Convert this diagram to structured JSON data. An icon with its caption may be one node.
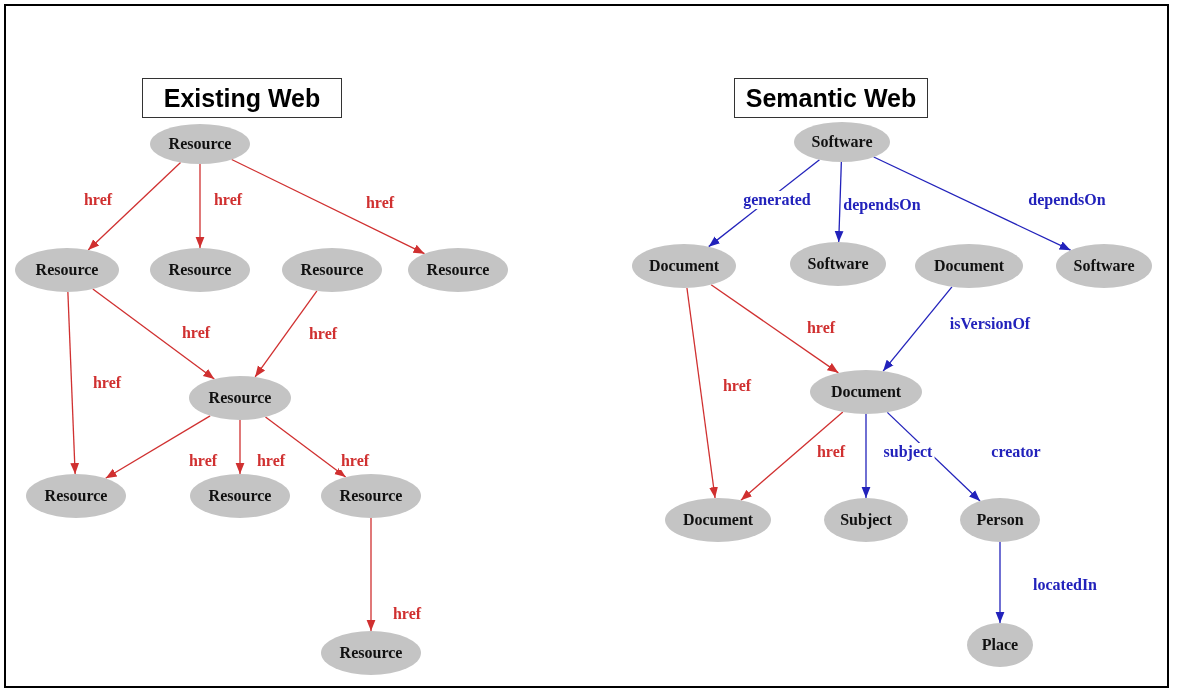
{
  "diagram": {
    "nodes": [
      {
        "text": [
          "Existing Web"
        ]
      },
      {
        "text": [
          "Resource"
        ]
      },
      {
        "text": [
          "Resource"
        ]
      },
      {
        "text": [
          "Resource"
        ]
      },
      {
        "text": [
          "Resource"
        ]
      },
      {
        "text": [
          "Resource"
        ]
      },
      {
        "text": [
          "Resource"
        ]
      },
      {
        "text": [
          "Resource"
        ]
      },
      {
        "text": [
          "Resource"
        ]
      },
      {
        "text": [
          "Resource"
        ]
      },
      {
        "text": [
          "Resource"
        ]
      },
      {
        "text": [
          "Semantic Web"
        ]
      },
      {
        "text": [
          "Software"
        ]
      },
      {
        "text": [
          "Document"
        ]
      },
      {
        "text": [
          "Software"
        ]
      },
      {
        "text": [
          "Document"
        ]
      },
      {
        "text": [
          "Software"
        ]
      },
      {
        "text": [
          "Document"
        ]
      },
      {
        "text": [
          "Document"
        ]
      },
      {
        "text": [
          "Subject"
        ]
      },
      {
        "text": [
          "Person"
        ]
      },
      {
        "text": [
          "Place"
        ]
      }
    ],
    "edges": [
      {
        "from": 1,
        "to": 2,
        "arrow": "to",
        "label": "href"
      },
      {
        "from": 1,
        "to": 3,
        "arrow": "to",
        "label": "href"
      },
      {
        "from": 1,
        "to": 5,
        "arrow": "to",
        "label": "href"
      },
      {
        "from": 2,
        "to": 7,
        "arrow": "to",
        "label": "href"
      },
      {
        "from": 2,
        "to": 6,
        "arrow": "to",
        "label": "href"
      },
      {
        "from": 4,
        "to": 6,
        "arrow": "to",
        "label": "href"
      },
      {
        "from": 6,
        "to": 7,
        "arrow": "to",
        "label": "href"
      },
      {
        "from": 6,
        "to": 8,
        "arrow": "to",
        "label": "href"
      },
      {
        "from": 6,
        "to": 9,
        "arrow": "to",
        "label": "href"
      },
      {
        "from": 9,
        "to": 10,
        "arrow": "to",
        "label": "href"
      },
      {
        "from": 12,
        "to": 13,
        "arrow": "to",
        "label": "generated",
        "color": "#2222bb"
      },
      {
        "from": 12,
        "to": 14,
        "arrow": "to",
        "label": "dependsOn",
        "color": "#2222bb"
      },
      {
        "from": 12,
        "to": 16,
        "arrow": "to",
        "label": "dependsOn",
        "color": "#2222bb"
      },
      {
        "from": 13,
        "to": 18,
        "arrow": "to",
        "label": "href"
      },
      {
        "from": 13,
        "to": 17,
        "arrow": "to",
        "label": "href"
      },
      {
        "from": 15,
        "to": 17,
        "arrow": "to",
        "label": "isVersionOf",
        "color": "#2222bb"
      },
      {
        "from": 17,
        "to": 18,
        "arrow": "to",
        "label": "href"
      },
      {
        "from": 17,
        "to": 19,
        "arrow": "to",
        "label": "subject",
        "color": "#2222bb"
      },
      {
        "from": 17,
        "to": 20,
        "arrow": "to",
        "label": "creator",
        "color": "#2222bb"
      },
      {
        "from": 20,
        "to": 21,
        "arrow": "to",
        "label": "locatedIn",
        "color": "#2222bb"
      }
    ]
  }
}
